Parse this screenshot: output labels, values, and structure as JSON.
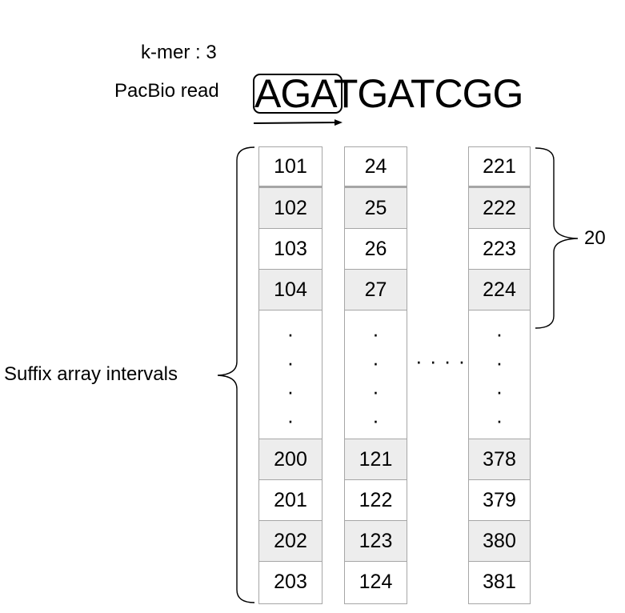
{
  "labels": {
    "kmer": "k-mer : 3",
    "read_label": "PacBio read",
    "read_kmer": "AGA",
    "read_rest": "TGATCGG",
    "suffix_intervals": "Suffix array intervals",
    "interval_count": "20",
    "between_columns_dots": "· · · ·"
  },
  "columns": [
    {
      "top": [
        "101",
        "102",
        "103",
        "104"
      ],
      "bottom": [
        "200",
        "201",
        "202",
        "203"
      ]
    },
    {
      "top": [
        "24",
        "25",
        "26",
        "27"
      ],
      "bottom": [
        "121",
        "122",
        "123",
        "124"
      ]
    },
    {
      "top": [
        "221",
        "222",
        "223",
        "224"
      ],
      "bottom": [
        "378",
        "379",
        "380",
        "381"
      ]
    }
  ],
  "vertical_dots": [
    "·",
    "·",
    "·",
    "·"
  ],
  "colors": {
    "cell_border": "#a6a6a6",
    "shaded_cell": "#ededed",
    "text": "#000000"
  }
}
